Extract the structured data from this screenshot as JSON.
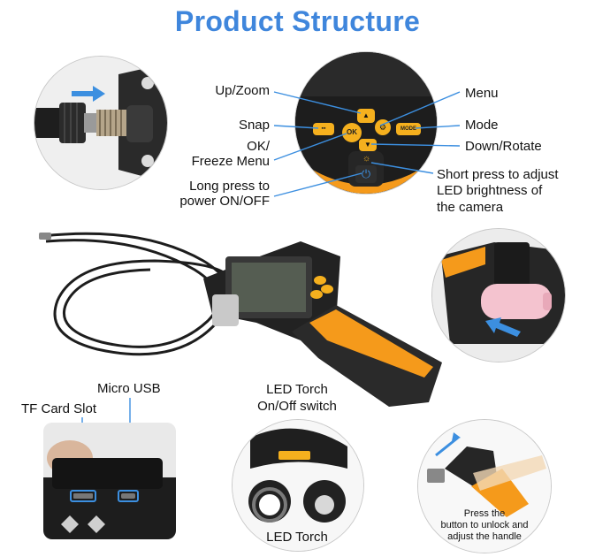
{
  "title": "Product Structure",
  "labels": {
    "up_zoom": "Up/Zoom",
    "snap": "Snap",
    "ok_freeze_line1": "OK/",
    "ok_freeze_line2": "Freeze Menu",
    "long_press_line1": "Long press to",
    "long_press_line2": "power ON/OFF",
    "menu": "Menu",
    "mode": "Mode",
    "down_rotate": "Down/Rotate",
    "short_press_line1": "Short press to adjust",
    "short_press_line2": "LED brightness of",
    "short_press_line3": "the camera",
    "micro_usb": "Micro USB",
    "tf_card_slot": "TF Card Slot",
    "led_torch_switch_line1": "LED Torch",
    "led_torch_switch_line2": "On/Off switch",
    "led_torch": "LED Torch",
    "press_button_line1": "Press the",
    "press_button_line2": "button to unlock and",
    "press_button_line3": "adjust the handle"
  },
  "buttons": {
    "ok": "OK",
    "mode": "MODE"
  },
  "colors": {
    "title_blue": "#3f86dc",
    "accent_orange": "#f59a1b",
    "arrow_blue": "#3c8fe0",
    "body_black": "#1c1c1c"
  },
  "icons": {
    "arrow": "blue-arrow-icon",
    "power": "power-icon",
    "led": "led-sun-icon"
  }
}
